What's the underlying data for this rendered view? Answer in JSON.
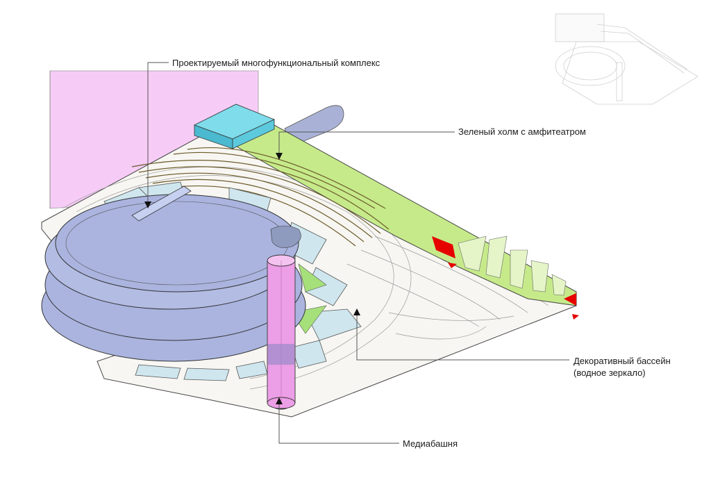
{
  "labels": {
    "complex": "Проектируемый многофункциональный комплекс",
    "hill": "Зеленый холм с  амфитеатром",
    "pool_line1": "Декоративный бассейн",
    "pool_line2": "(водное зеркало)",
    "tower": "Медиабашня"
  },
  "colors": {
    "complex": "#f6ccf6",
    "hill": "#c6ea8a",
    "pool": "#cfe6ee",
    "stadium": "#aab4df",
    "tower": "#ec9ee6",
    "roof_block": "#5cc9dd",
    "accent": "#e60000",
    "line": "#333333",
    "plaza": "#f7f6f2"
  }
}
